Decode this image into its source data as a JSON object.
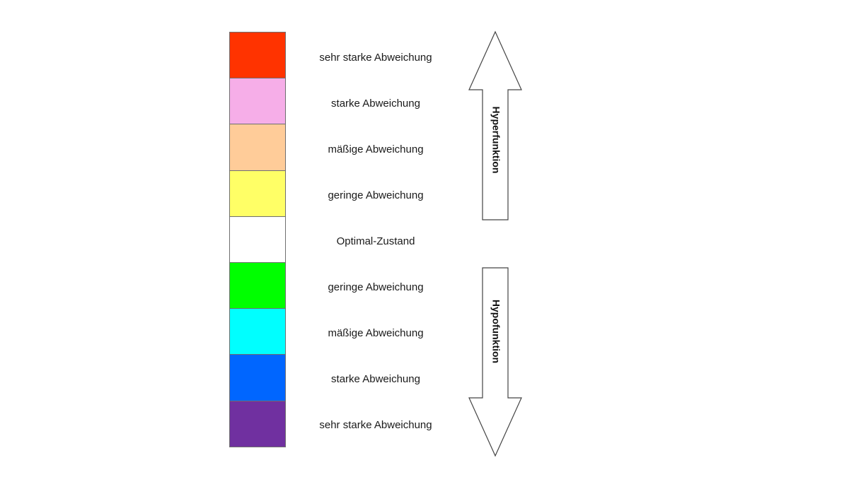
{
  "levels": [
    {
      "label": "sehr starke Abweichung",
      "color": "#ff3300"
    },
    {
      "label": "starke Abweichung",
      "color": "#f6aee8"
    },
    {
      "label": "mäßige Abweichung",
      "color": "#ffcc99"
    },
    {
      "label": "geringe Abweichung",
      "color": "#ffff66"
    },
    {
      "label": "Optimal-Zustand",
      "color": "#ffffff"
    },
    {
      "label": "geringe Abweichung",
      "color": "#00ff00"
    },
    {
      "label": "mäßige Abweichung",
      "color": "#00ffff"
    },
    {
      "label": "starke Abweichung",
      "color": "#0066ff"
    },
    {
      "label": "sehr starke Abweichung",
      "color": "#7030a0"
    }
  ],
  "arrows": {
    "up_label": "Hyperfunktion",
    "down_label": "Hypofunktion"
  }
}
